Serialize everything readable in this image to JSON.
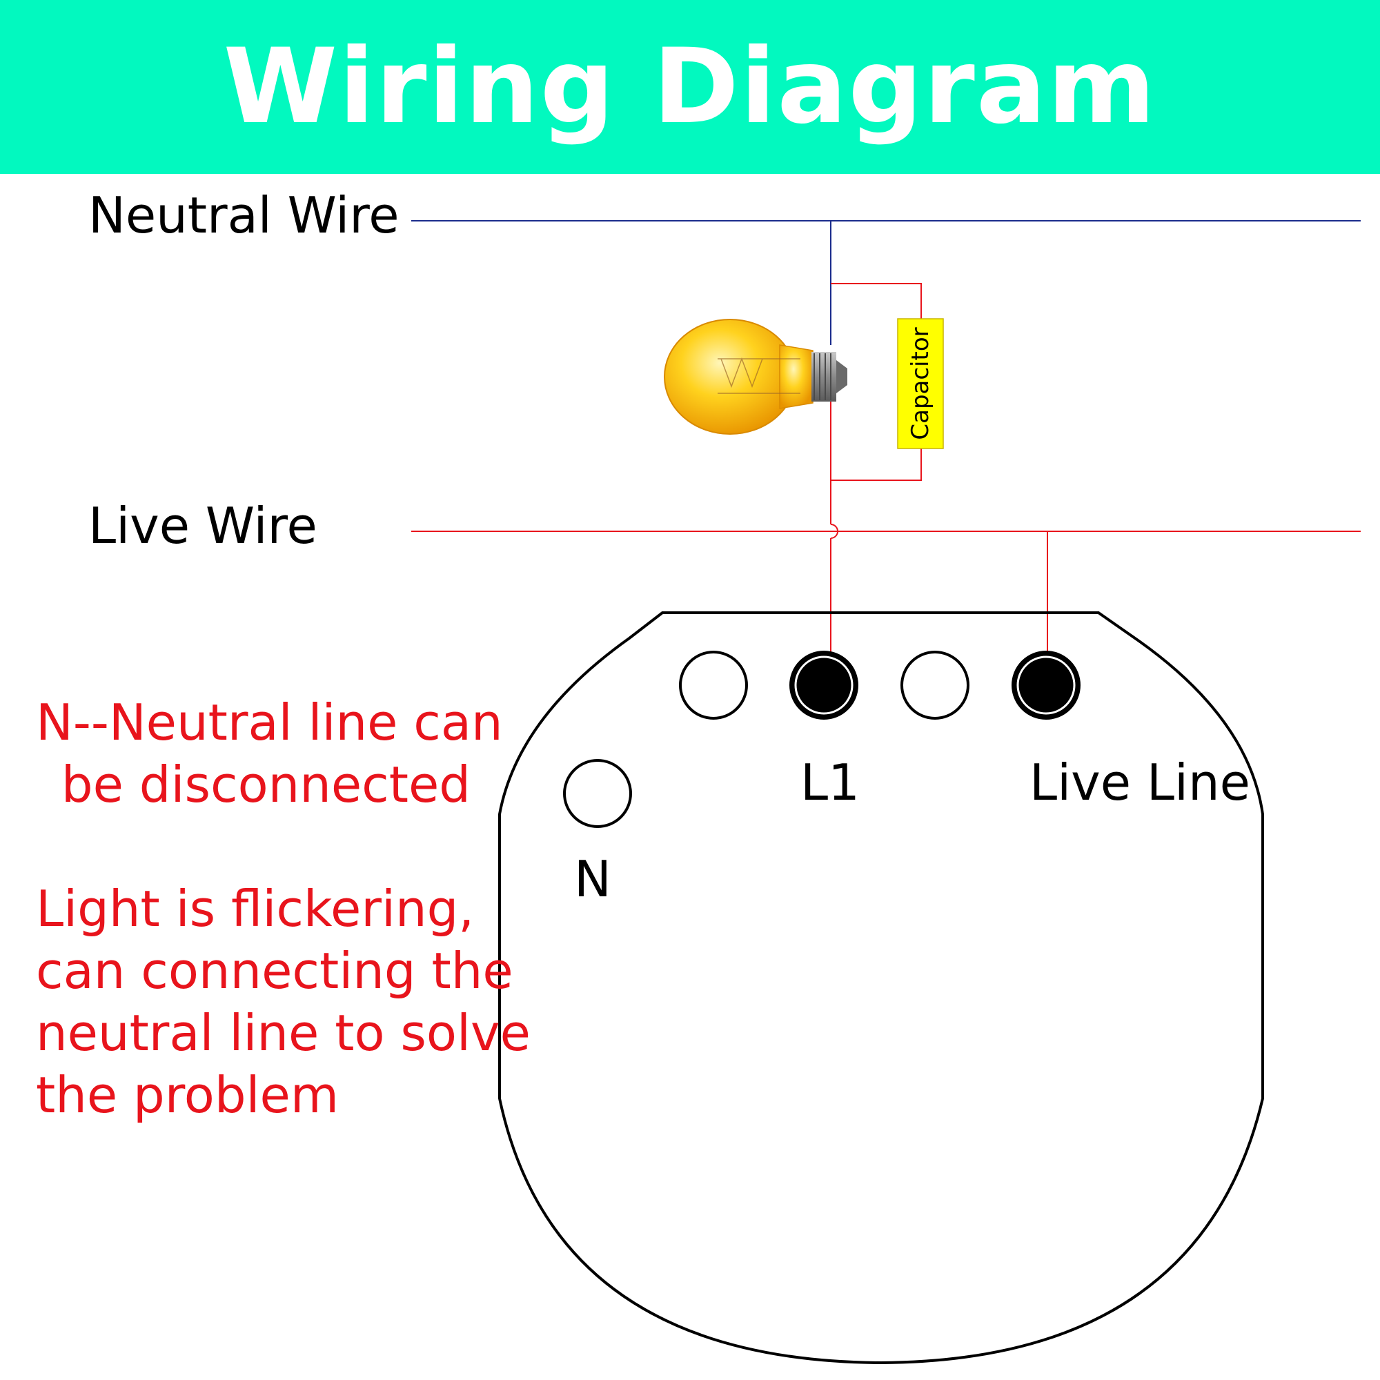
{
  "header": {
    "title": "Wiring Diagram"
  },
  "wires": {
    "neutral_label": "Neutral Wire",
    "live_label": "Live Wire"
  },
  "components": {
    "capacitor_label": "Capacitor"
  },
  "terminals": {
    "n_label": "N",
    "l1_label": "L1",
    "live_line_label": "Live Line"
  },
  "notes": {
    "neutral_note": [
      "N--Neutral line can",
      "be disconnected"
    ],
    "flicker_note": [
      "Light is flickering,",
      "can connecting the",
      "neutral line to solve",
      "the problem"
    ]
  },
  "colors": {
    "header_bg": "#02f9bf",
    "neutral_wire": "#1a2b8c",
    "live_wire": "#e8141c",
    "capacitor": "#ffff00",
    "note_text": "#e8141c"
  }
}
